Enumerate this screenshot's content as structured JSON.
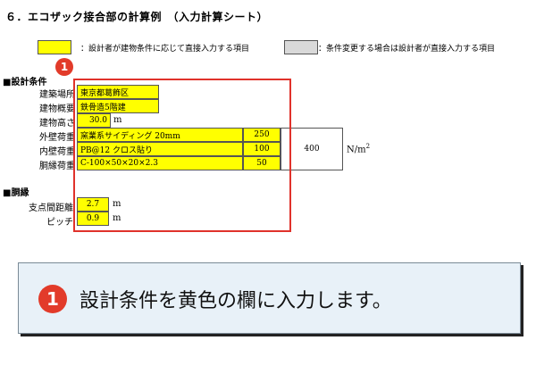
{
  "title": "６．エコザック接合部の計算例　（入力計算シート）",
  "legend": {
    "input_note": "：設計者が建物条件に応じて直接入力する項目",
    "change_note": "：条件変更する場合は設計者が直接入力する項目",
    "input_color": "#ffff00",
    "change_color": "#d9d9d9"
  },
  "design": {
    "heading": "■設計条件",
    "location_label": "建築場所",
    "location_value": "東京都葛飾区",
    "outline_label": "建物概要",
    "outline_value": "鉄骨造5階建",
    "height_label": "建物高さ",
    "height_value": "30.0",
    "height_unit": "m",
    "exterior_label": "外壁荷重",
    "exterior_value": "窯業系サイディング 20mm",
    "exterior_load": "250",
    "interior_label": "内壁荷重",
    "interior_value": "PB@12 クロス貼り",
    "interior_load": "100",
    "furring_label": "胴縁荷重",
    "furring_value": "C-100×50×20×2.3",
    "furring_load": "50",
    "total_load": "400",
    "load_unit": "N/m",
    "load_unit_sup": "2"
  },
  "furring": {
    "heading": "■胴縁",
    "support_label": "支点間距離",
    "support_value": "2.7",
    "support_unit": "m",
    "pitch_label": "ピッチ",
    "pitch_value": "0.9",
    "pitch_unit": "m"
  },
  "step": {
    "number": "1",
    "instruction": "設計条件を黄色の欄に入力します。"
  },
  "colors": {
    "accent_red": "#e23b2a",
    "callout_bg": "#e8f1f8"
  }
}
